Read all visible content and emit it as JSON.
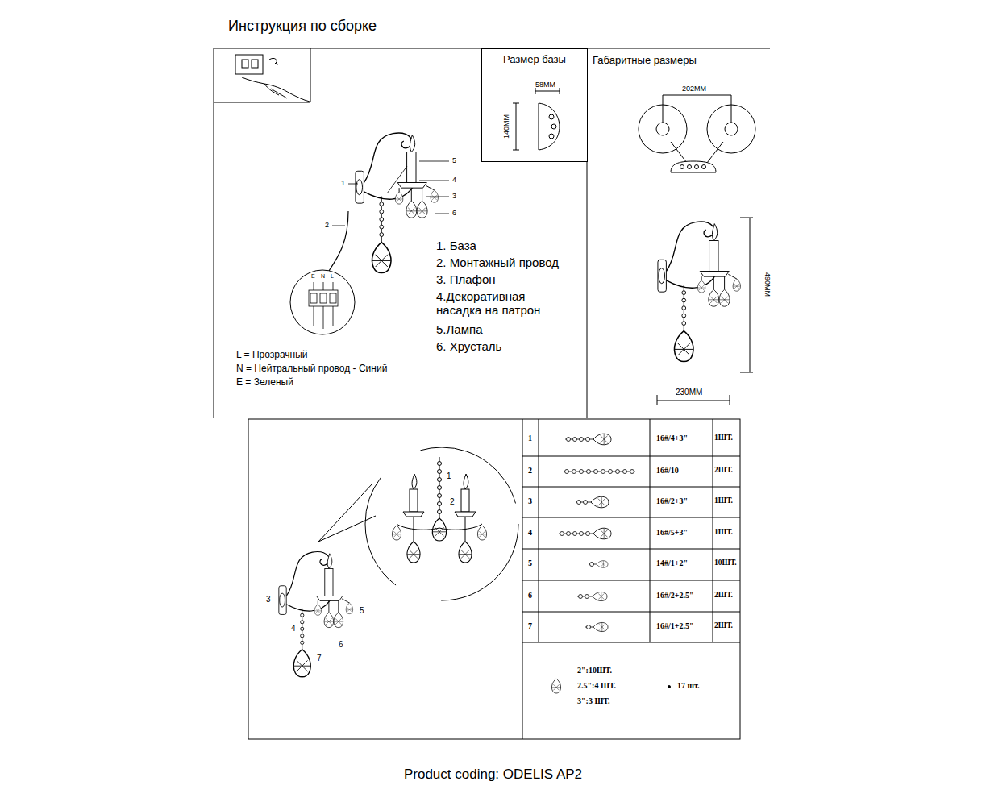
{
  "diagram": {
    "title": "Инструкция по сборке",
    "caption": "Product coding: ODELIS AP2",
    "nodes": [
      {
        "text": [
          "Размер базы"
        ]
      }
    ],
    "labels": [
      "58MM",
      "140MM",
      "Габаритные размеры",
      "202MM",
      "490MM",
      "230MM",
      "1",
      "2",
      "5",
      "4",
      "3",
      "6",
      "E",
      "N",
      "L",
      "1. База",
      "2. Монтажный провод",
      "3. Плафон",
      "4.Декоративная насадка на патрон",
      "5.Лампа",
      "6. Хрусталь",
      "L = Прозрачный",
      "N = Нейтральный провод - Синий",
      "E = Зеленый",
      "1",
      "2",
      "3",
      "4",
      "5",
      "6",
      "7",
      "1",
      "16#/4+3\"",
      "1ШТ.",
      "2",
      "16#/10",
      "2ШТ.",
      "3",
      "16#/2+3\"",
      "1ШТ.",
      "4",
      "16#/5+3\"",
      "1ШТ.",
      "5",
      "14#/1+2\"",
      "10ШТ.",
      "6",
      "16#/2+2.5\"",
      "2ШТ.",
      "7",
      "16#/1+2.5\"",
      "2ШТ.",
      "2\":10ШТ.",
      "2.5\":4 ШТ.",
      "3\":3 ШТ.",
      "17 шт."
    ]
  }
}
